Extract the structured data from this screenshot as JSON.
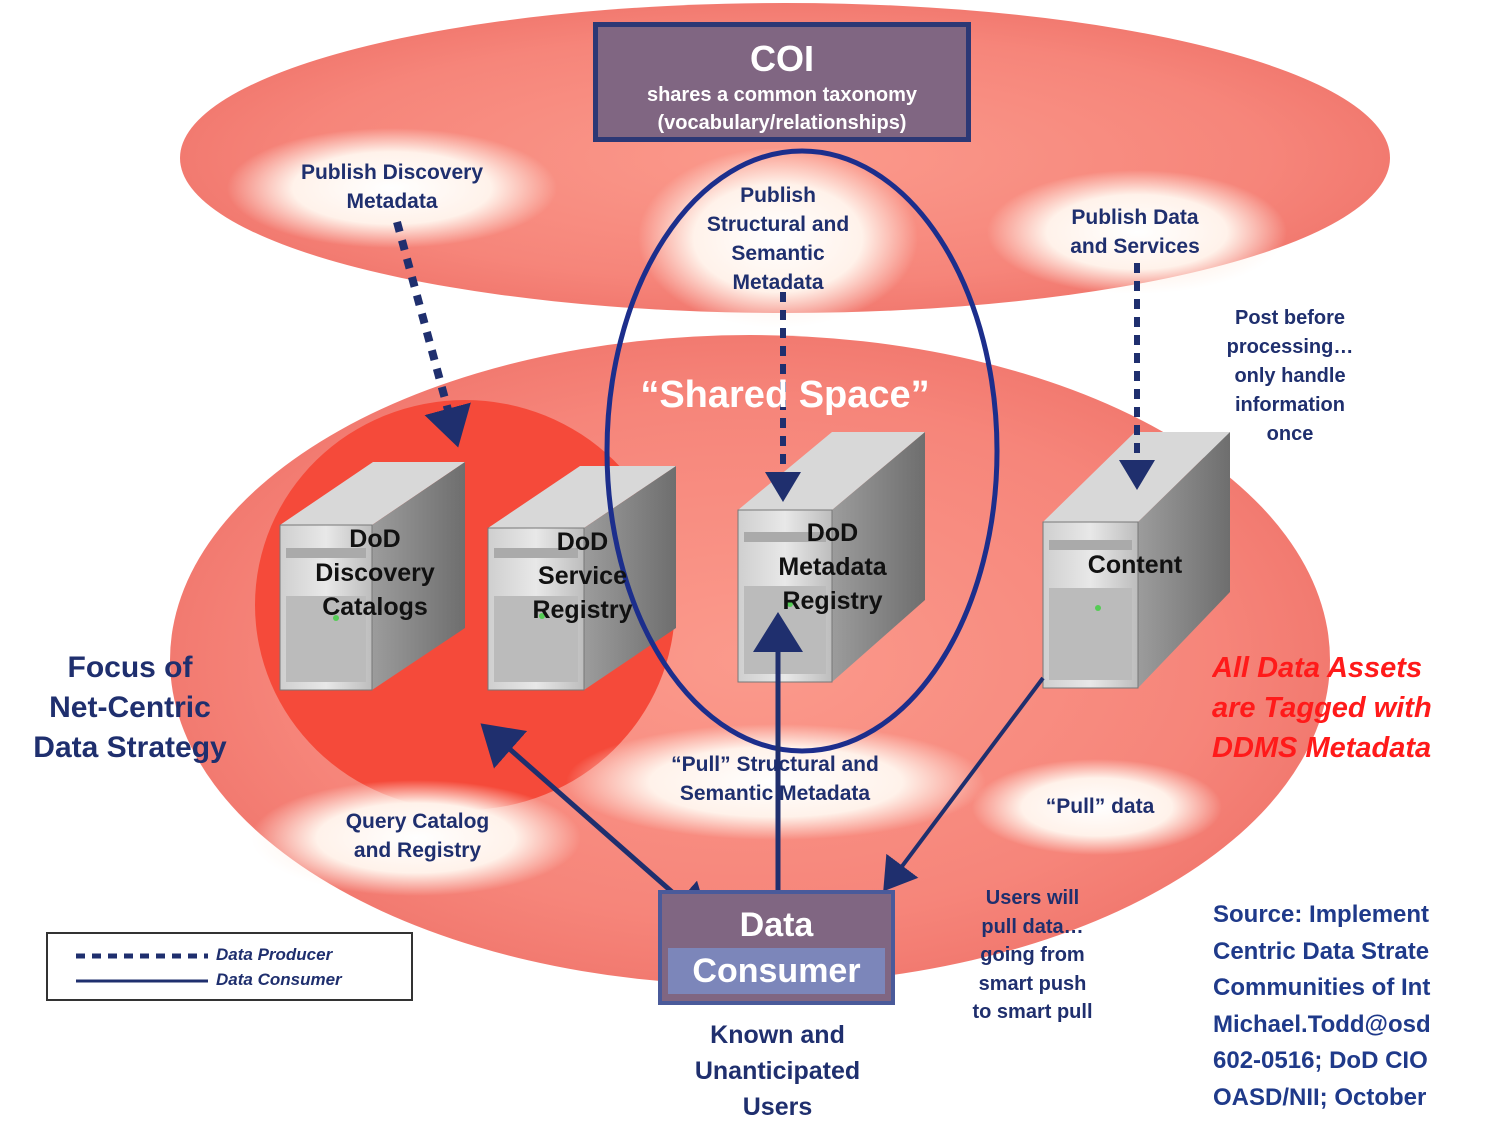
{
  "coi": {
    "title": "COI",
    "subtitle": "shares a common taxonomy\n(vocabulary/relationships)"
  },
  "clouds": {
    "publish_discovery": "Publish Discovery\nMetadata",
    "publish_structural": "Publish\nStructural and\nSemantic\nMetadata",
    "publish_data": "Publish Data\nand Services",
    "pull_structural": "“Pull” Structural and\nSemantic Metadata",
    "query_catalog": "Query Catalog\nand Registry",
    "pull_data": "“Pull” data"
  },
  "shared_space": "“Shared Space”",
  "servers": {
    "discovery": "DoD\nDiscovery\nCatalogs",
    "service": "DoD\nService\nRegistry",
    "metadata": "DoD\nMetadata\nRegistry",
    "content": "Content"
  },
  "post_note": "Post before\nprocessing…\nonly handle\ninformation\nonce",
  "focus_label": "Focus of\nNet-Centric\nData Strategy",
  "tagged_label": "All Data Assets\nare Tagged with\nDDMS Metadata",
  "data_consumer": {
    "line1": "Data",
    "line2": "Consumer"
  },
  "users_label": "Known and\nUnanticipated\nUsers",
  "users_note": "Users will\npull data…\ngoing from\nsmart push\nto smart pull",
  "source_note": "Source: Implement\nCentric Data Strate\nCommunities of Int\nMichael.Todd@osd\n602-0516; DoD CIO\nOASD/NII; October",
  "legend": {
    "producer": "Data Producer",
    "consumer": "Data Consumer"
  },
  "colors": {
    "ellipse_fill": "#f4847a",
    "focus_fill": "#f6493a",
    "cloud_fill": "#fff4ee",
    "navy": "#1f2f6e",
    "shared_oval": "#1c2e8c",
    "red_text": "#ff1a1a"
  }
}
